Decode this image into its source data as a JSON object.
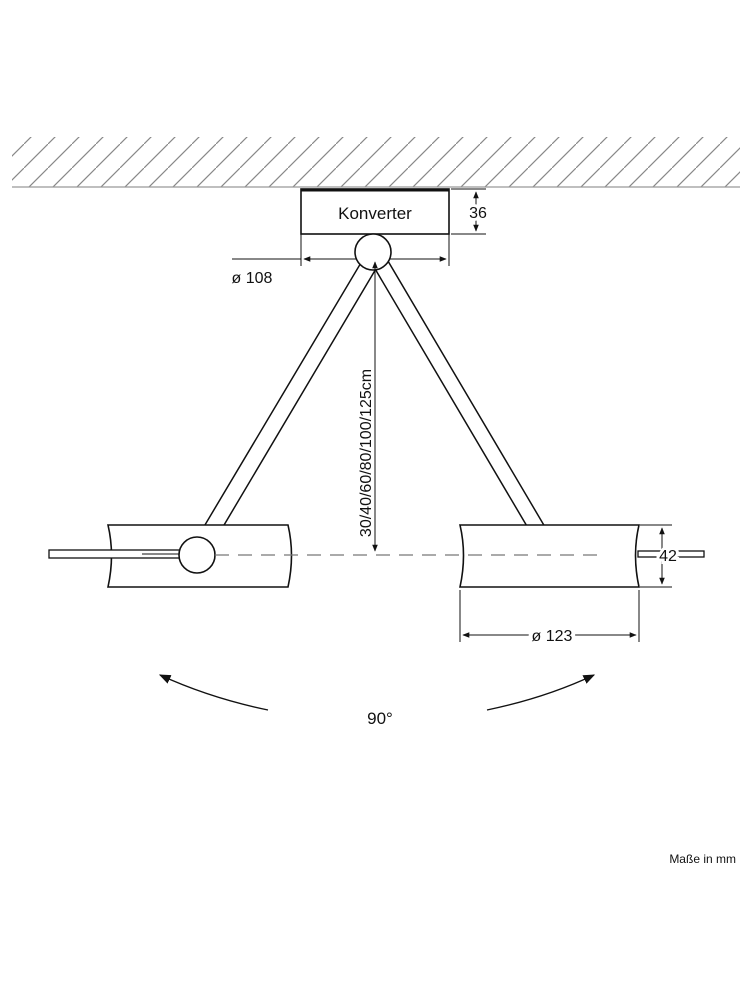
{
  "converter": {
    "label": "Konverter"
  },
  "dimensions": {
    "converter_height": "36",
    "converter_diameter": "ø 108",
    "pendulum_length": "30/40/60/80/100/125cm",
    "head_height": "42",
    "head_diameter": "ø 123"
  },
  "rotation": {
    "angle": "90°"
  },
  "footnote": "Maße in mm"
}
